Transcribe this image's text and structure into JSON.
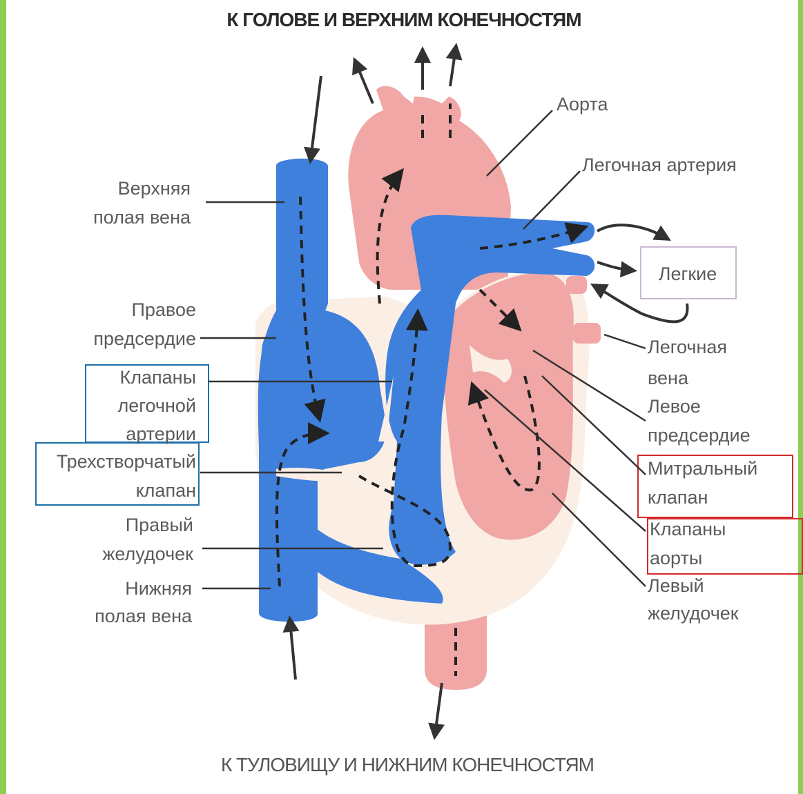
{
  "colors": {
    "frame_green": "#8ccf50",
    "venous_blue": "#3f80dd",
    "arterial_pink": "#f0a7a5",
    "heart_wall": "#fbeee4",
    "highlight_blue": "#1d6fa8",
    "highlight_red": "#d22b2b"
  },
  "titles": {
    "top": "К ГОЛОВЕ И ВЕРХНИМ КОНЕЧНОСТЯМ",
    "bottom": "К ТУЛОВИЩУ И НИЖНИМ КОНЕЧНОСТЯМ"
  },
  "labels": {
    "aorta": "Аорта",
    "pulmonary_artery": "Легочная артерия",
    "superior_vena_cava": [
      "Верхняя",
      "полая вена"
    ],
    "right_atrium": [
      "Правое",
      "предсердие"
    ],
    "pulmonary_valves": [
      "Клапаны",
      "легочной",
      "артерии"
    ],
    "tricuspid_valve": [
      "Трехстворчатый",
      "клапан"
    ],
    "right_ventricle": [
      "Правый",
      "желудочек"
    ],
    "inferior_vena_cava": [
      "Нижняя",
      "полая вена"
    ],
    "lungs": "Легкие",
    "pulmonary_vein": [
      "Легочная",
      "вена"
    ],
    "left_atrium": [
      "Левое",
      "предсердие"
    ],
    "mitral_valve": [
      "Митральный",
      "клапан"
    ],
    "aortic_valves": [
      "Клапаны",
      "аорты"
    ],
    "left_ventricle": [
      "Левый",
      "желудочек"
    ]
  }
}
